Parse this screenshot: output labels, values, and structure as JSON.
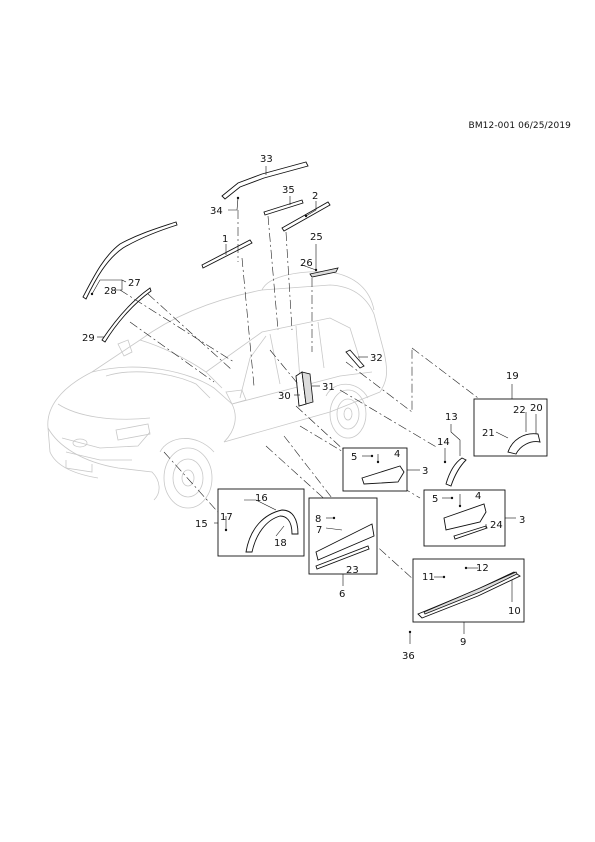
{
  "reference": "BM12-001 06/25/2019",
  "callouts": {
    "c1": "1",
    "c2": "2",
    "c3a": "3",
    "c3b": "3",
    "c4a": "4",
    "c4b": "4",
    "c5a": "5",
    "c5b": "5",
    "c6": "6",
    "c7": "7",
    "c8": "8",
    "c9": "9",
    "c10": "10",
    "c11": "11",
    "c12": "12",
    "c13": "13",
    "c14": "14",
    "c15": "15",
    "c16": "16",
    "c17": "17",
    "c18": "18",
    "c19": "19",
    "c20": "20",
    "c21": "21",
    "c22": "22",
    "c23": "23",
    "c24": "24",
    "c25": "25",
    "c26": "26",
    "c27": "27",
    "c28": "28",
    "c29": "29",
    "c30": "30",
    "c31": "31",
    "c32": "32",
    "c33": "33",
    "c34": "34",
    "c35": "35",
    "c36": "36"
  }
}
